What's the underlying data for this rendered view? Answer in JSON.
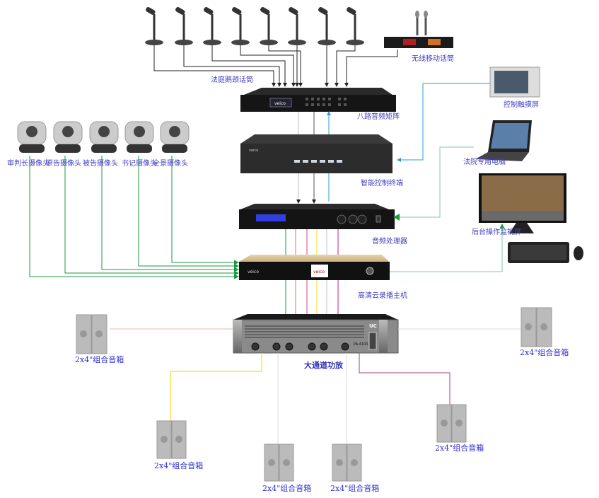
{
  "microphones": {
    "label": "法庭鹅颈话筒",
    "count": 8
  },
  "wireless_mic": {
    "label": "无线移动话筒"
  },
  "matrix": {
    "label": "八路音频矩阵",
    "brand": "veico"
  },
  "control_terminal": {
    "label": "智能控制终端"
  },
  "audio_processor": {
    "label": "音频处理器"
  },
  "recorder": {
    "label": "高清云录播主机",
    "brand": "veico"
  },
  "amplifier": {
    "label": "大通道功放",
    "brand": "UC",
    "model": "PA-4100"
  },
  "cameras": [
    {
      "label": "审判长摄像头"
    },
    {
      "label": "原告摄像头"
    },
    {
      "label": "被告摄像头"
    },
    {
      "label": "书记摄像头"
    },
    {
      "label": "全景摄像头"
    }
  ],
  "touch_screen": {
    "label": "控制触摸屏"
  },
  "laptop": {
    "label": "法院专用电脑"
  },
  "monitor": {
    "label": "后台操作监视屏"
  },
  "speakers": [
    {
      "label": "2x4\"组合音箱"
    },
    {
      "label": "2x4\"组合音箱"
    },
    {
      "label": "2x4\"组合音箱"
    },
    {
      "label": "2x4\"组合音箱"
    },
    {
      "label": "2x4\"组合音箱"
    },
    {
      "label": "2x4\"组合音箱"
    }
  ],
  "colors": {
    "label": "#4040c0",
    "video_line": "#22a050",
    "control_line": "#2a9fd8",
    "audio_line": "#333333",
    "speaker_yellow": "#f5e640",
    "speaker_purple": "#a04080"
  }
}
